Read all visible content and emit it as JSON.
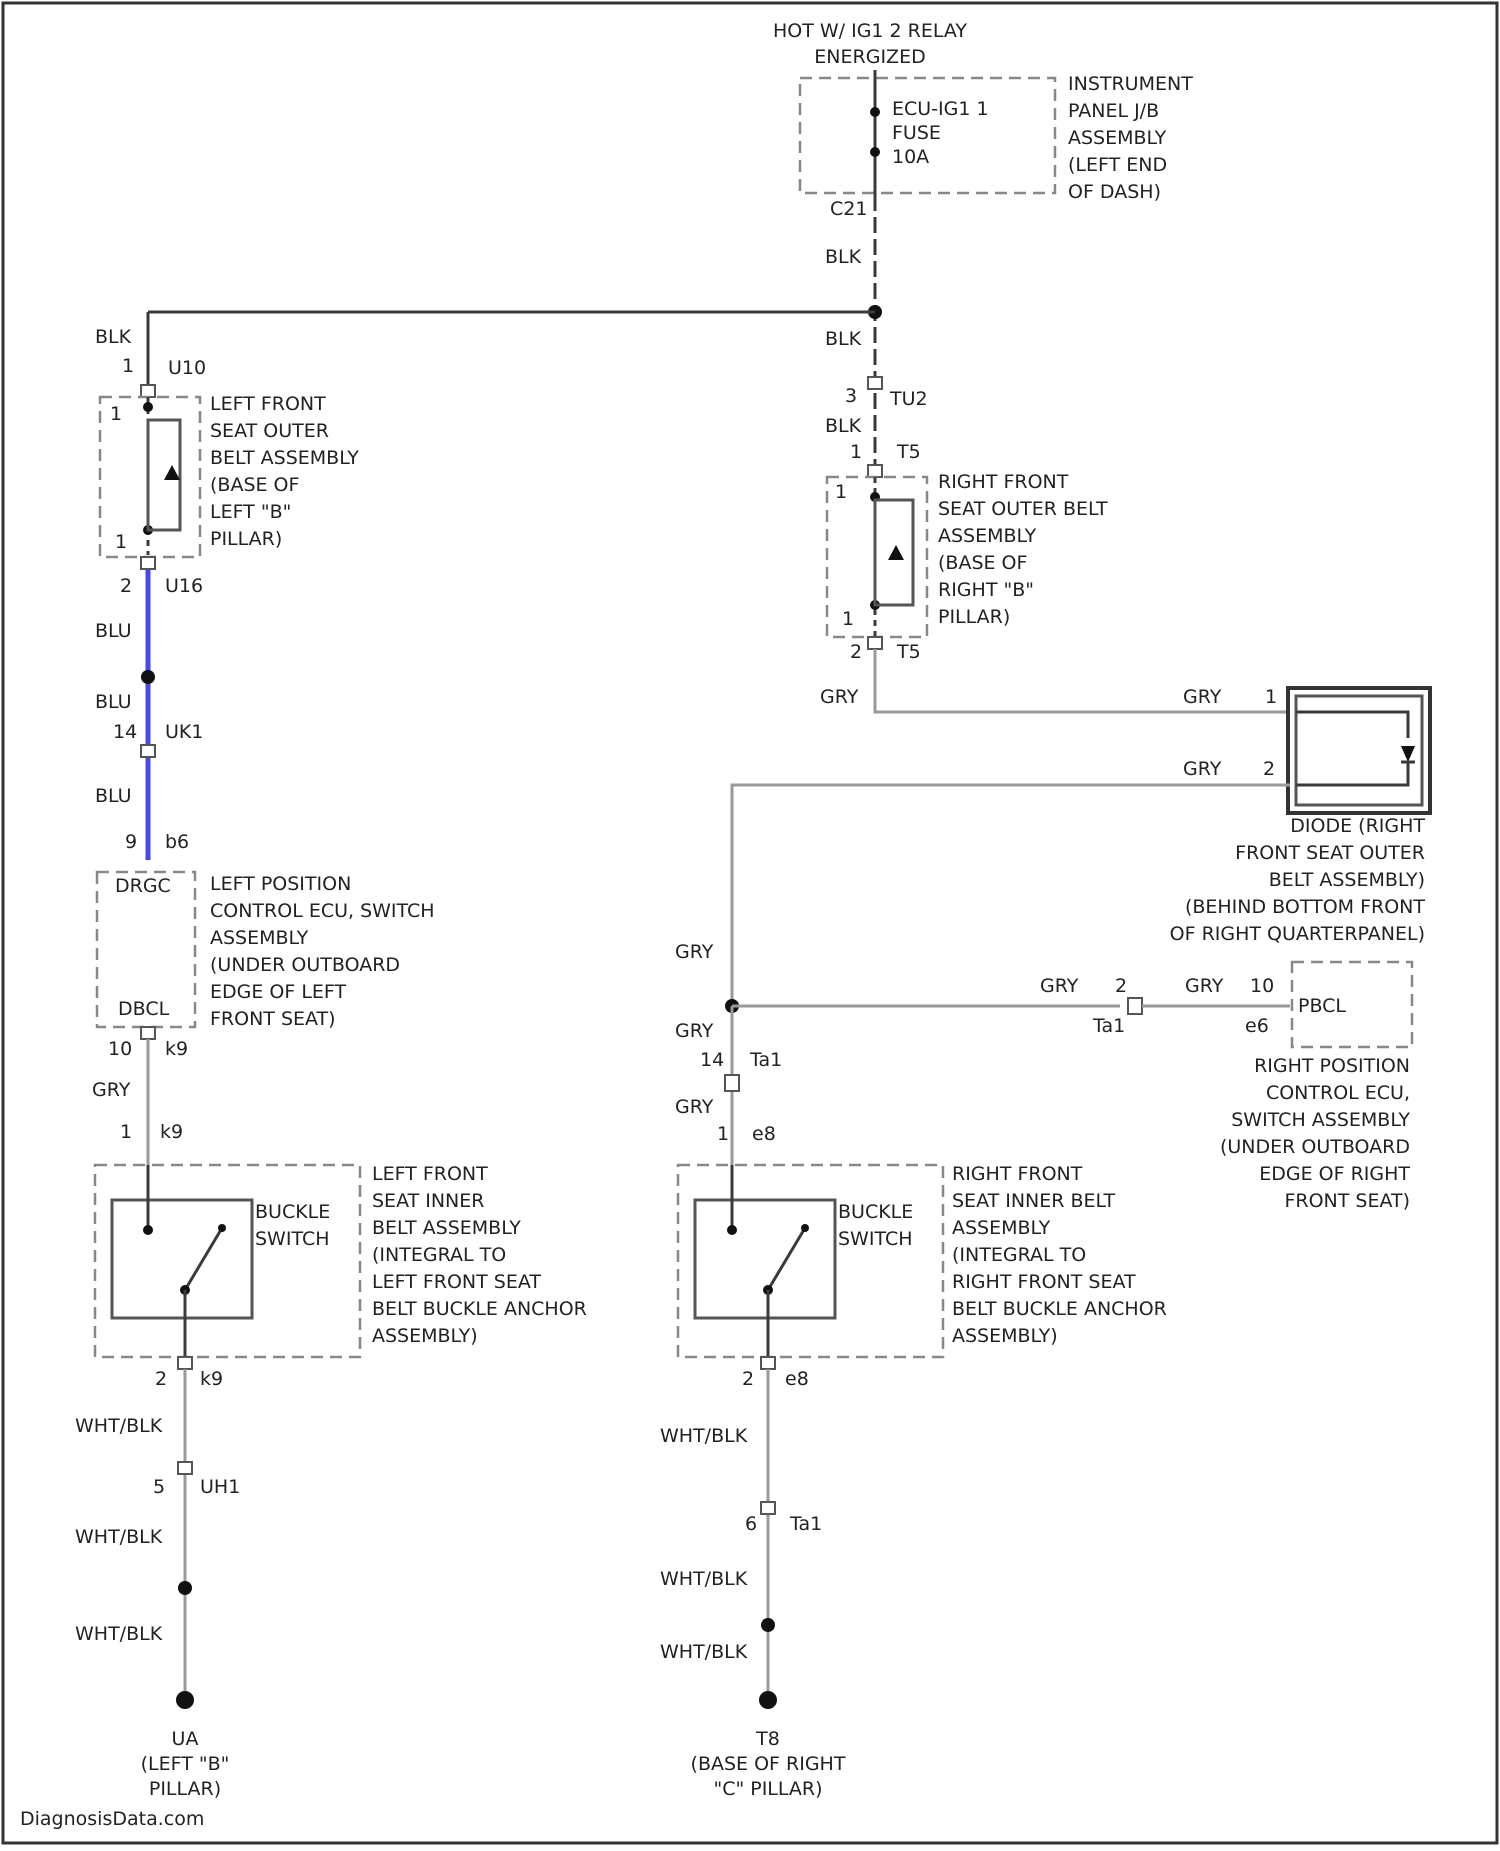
{
  "power": {
    "source": "HOT W/ IG1 2 RELAY",
    "state": "ENERGIZED",
    "fuse_lines": [
      "ECU-IG1 1",
      "FUSE",
      "10A"
    ],
    "fuse_pin": "C21",
    "location_lines": [
      "INSTRUMENT",
      "PANEL J/B",
      "ASSEMBLY",
      "(LEFT END",
      "OF DASH)"
    ]
  },
  "wires": {
    "blk": "BLK",
    "blu": "BLU",
    "gry": "GRY",
    "wht_blk": "WHT/BLK"
  },
  "left_outer_belt": {
    "conn_top_pin": "1",
    "conn_top_id": "U10",
    "conn_bottom_pin": "2",
    "conn_bottom_id": "U16",
    "inner_pin_top": "1",
    "inner_pin_bottom": "1",
    "label_lines": [
      "LEFT FRONT",
      "SEAT OUTER",
      "BELT ASSEMBLY",
      "(BASE OF",
      "LEFT \"B\"",
      "PILLAR)"
    ]
  },
  "left_splice": {
    "pin": "14",
    "id": "UK1"
  },
  "left_ecu": {
    "top_pin": "9",
    "top_id": "b6",
    "inner_top": "DRGC",
    "inner_bottom": "DBCL",
    "bottom_pin": "10",
    "bottom_id": "k9",
    "label_lines": [
      "LEFT POSITION",
      "CONTROL ECU, SWITCH",
      "ASSEMBLY",
      "(UNDER OUTBOARD",
      "EDGE OF LEFT",
      "FRONT SEAT)"
    ]
  },
  "left_inner_belt": {
    "top_pin": "1",
    "top_id": "k9",
    "bottom_pin": "2",
    "bottom_id": "k9",
    "switch_label_lines": [
      "BUCKLE",
      "SWITCH"
    ],
    "label_lines": [
      "LEFT FRONT",
      "SEAT INNER",
      "BELT ASSEMBLY",
      "(INTEGRAL TO",
      "LEFT FRONT SEAT",
      "BELT BUCKLE ANCHOR",
      "ASSEMBLY)"
    ]
  },
  "left_ground_conn": {
    "pin": "5",
    "id": "UH1"
  },
  "left_ground": {
    "id": "UA",
    "lines": [
      "(LEFT \"B\"",
      "PILLAR)"
    ]
  },
  "right_outer_belt": {
    "conn_top_pin": "3",
    "conn_top_id": "TU2",
    "conn_top2_pin": "1",
    "conn_top2_id": "T5",
    "conn_bottom_pin": "2",
    "conn_bottom_id": "T5",
    "inner_pin_top": "1",
    "inner_pin_bottom": "1",
    "label_lines": [
      "RIGHT FRONT",
      "SEAT OUTER BELT",
      "ASSEMBLY",
      "(BASE OF",
      "RIGHT \"B\"",
      "PILLAR)"
    ]
  },
  "diode": {
    "pin1": "1",
    "pin2": "2",
    "label_lines": [
      "DIODE (RIGHT",
      "FRONT SEAT OUTER",
      "BELT ASSEMBLY)",
      "(BEHIND BOTTOM FRONT",
      "OF RIGHT QUARTERPANEL)"
    ]
  },
  "right_ecu": {
    "conn_pin": "2",
    "conn_id": "Ta1",
    "pin": "10",
    "pin_id": "e6",
    "inner": "PBCL",
    "label_lines": [
      "RIGHT POSITION",
      "CONTROL ECU,",
      "SWITCH ASSEMBLY",
      "(UNDER OUTBOARD",
      "EDGE OF RIGHT",
      "FRONT SEAT)"
    ]
  },
  "right_splice": {
    "pin": "14",
    "id": "Ta1"
  },
  "right_inner_belt": {
    "top_pin": "1",
    "top_id": "e8",
    "bottom_pin": "2",
    "bottom_id": "e8",
    "switch_label_lines": [
      "BUCKLE",
      "SWITCH"
    ],
    "label_lines": [
      "RIGHT FRONT",
      "SEAT INNER BELT",
      "ASSEMBLY",
      "(INTEGRAL TO",
      "RIGHT FRONT SEAT",
      "BELT BUCKLE ANCHOR",
      "ASSEMBLY)"
    ]
  },
  "right_ground_conn": {
    "pin": "6",
    "id": "Ta1"
  },
  "right_ground": {
    "id": "T8",
    "lines": [
      "(BASE OF RIGHT",
      "\"C\" PILLAR)"
    ]
  },
  "watermark": "DiagnosisData.com",
  "colors": {
    "blu_wire": "#4a4ae0",
    "gry_wire": "#9a9a9a",
    "blk_wire": "#3a3a3a"
  }
}
